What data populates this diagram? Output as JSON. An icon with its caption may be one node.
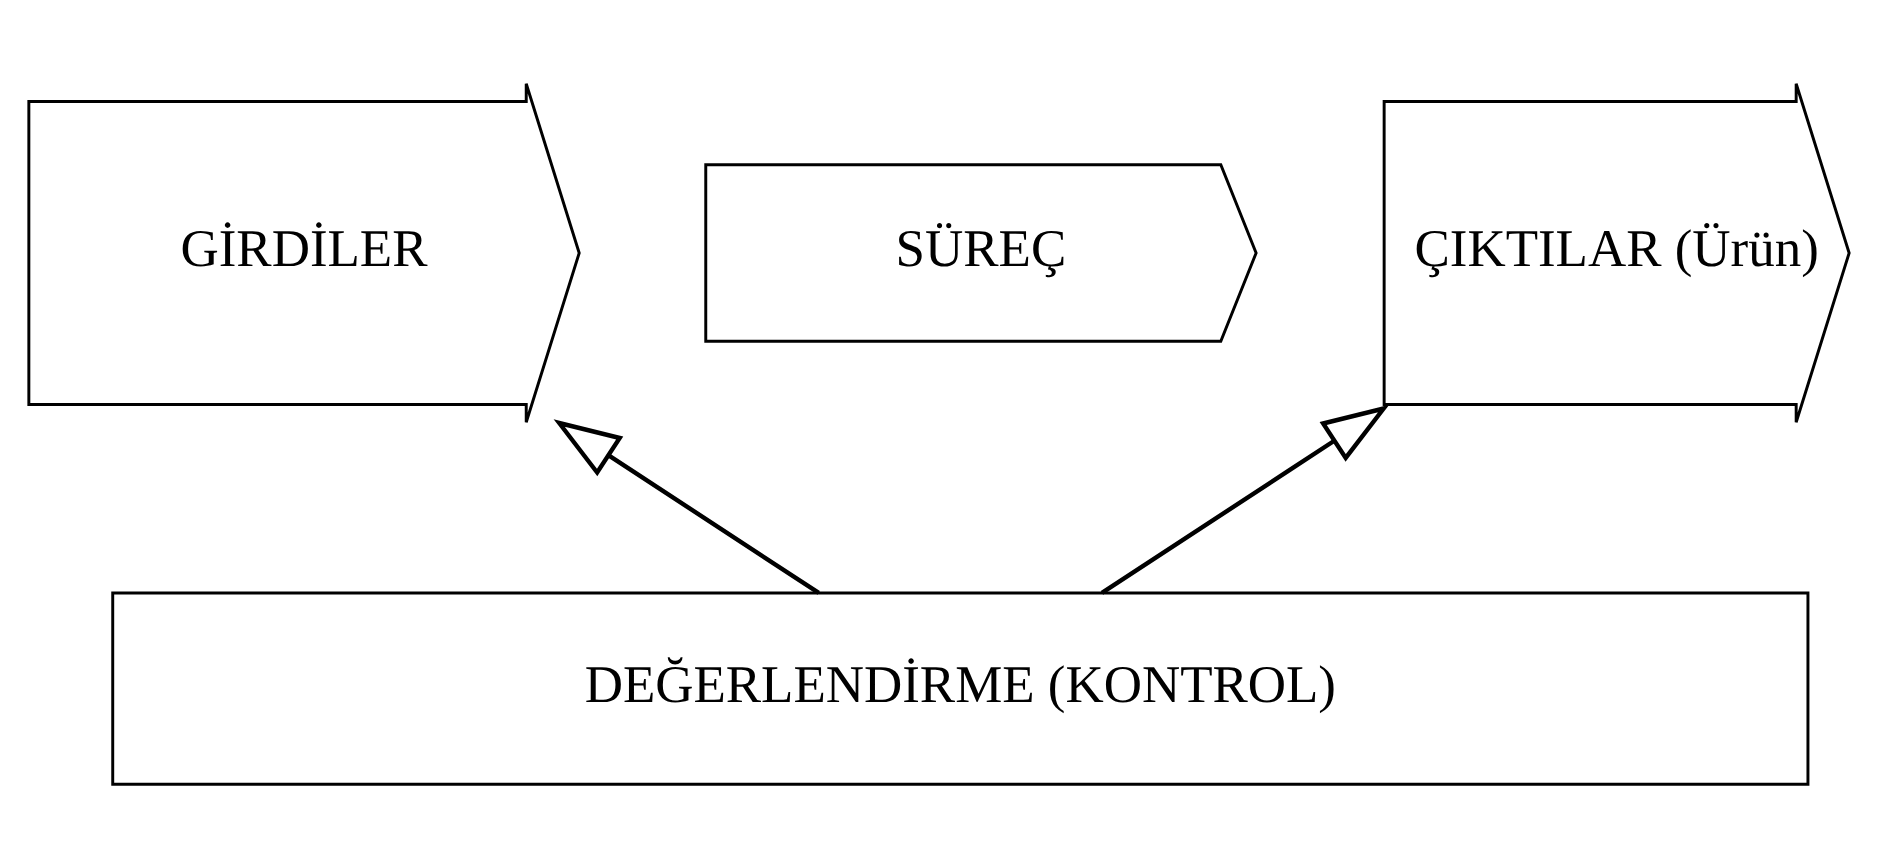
{
  "diagram": {
    "nodes": [
      {
        "text": [
          "GİRDİLER"
        ]
      },
      {
        "text": [
          "SÜREÇ"
        ]
      },
      {
        "text": [
          "ÇIKTILAR (Ürün)"
        ]
      },
      {
        "text": [
          "DEĞERLENDİRME (KONTROL)"
        ]
      }
    ],
    "edges": [
      {
        "from": 3,
        "to": 0,
        "arrow": "to"
      },
      {
        "from": 3,
        "to": 2,
        "arrow": "to"
      }
    ]
  }
}
